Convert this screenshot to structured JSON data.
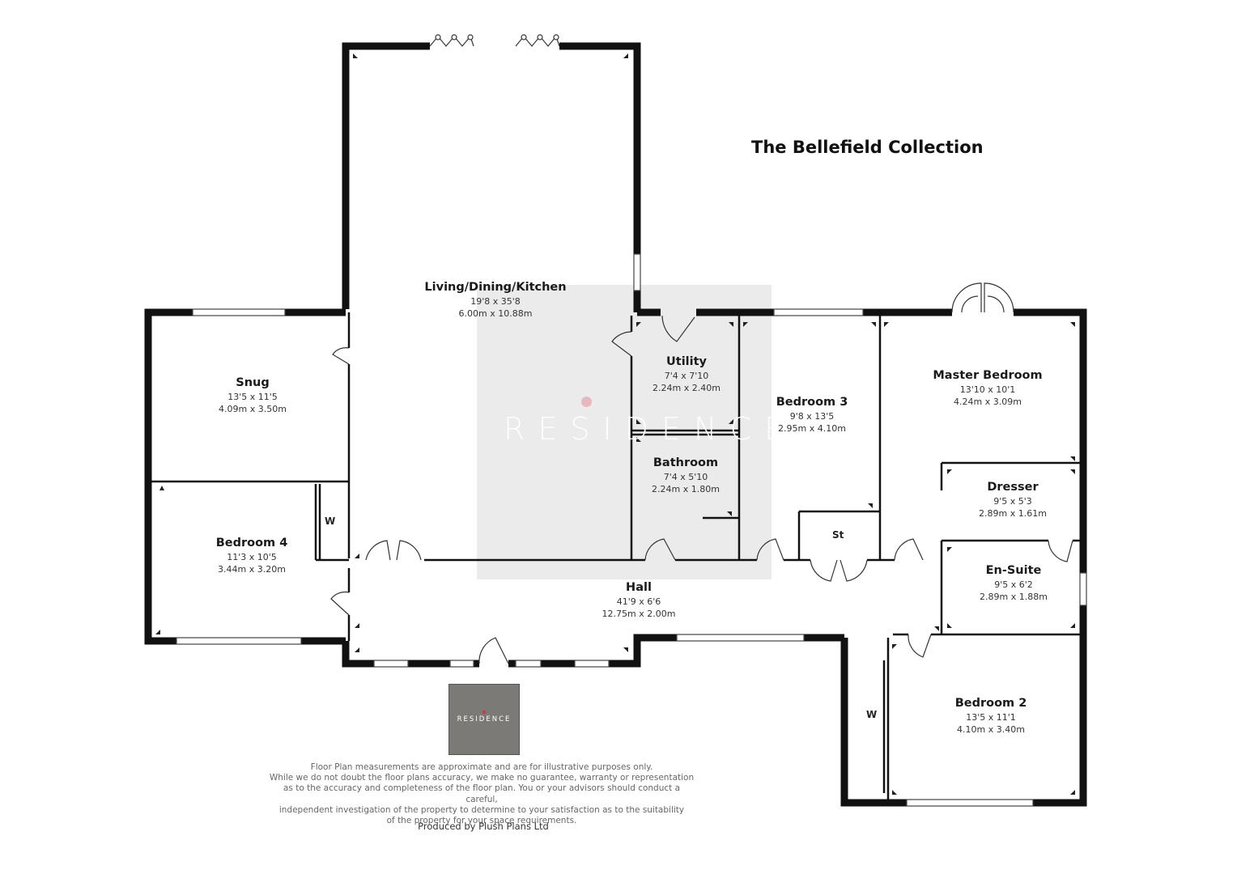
{
  "title": "The Bellefield Collection",
  "watermark": "RESIDENCE",
  "logo_text": "RESIDENCE",
  "rooms": [
    {
      "id": "living",
      "name": "Living/Dining/Kitchen",
      "imperial": "19'8 x 35'8",
      "metric": "6.00m x 10.88m"
    },
    {
      "id": "snug",
      "name": "Snug",
      "imperial": "13'5 x 11'5",
      "metric": "4.09m x 3.50m"
    },
    {
      "id": "bedroom4",
      "name": "Bedroom 4",
      "imperial": "11'3 x 10'5",
      "metric": "3.44m x 3.20m"
    },
    {
      "id": "utility",
      "name": "Utility",
      "imperial": "7'4 x 7'10",
      "metric": "2.24m x 2.40m"
    },
    {
      "id": "bathroom",
      "name": "Bathroom",
      "imperial": "7'4 x 5'10",
      "metric": "2.24m x 1.80m"
    },
    {
      "id": "bedroom3",
      "name": "Bedroom 3",
      "imperial": "9'8 x 13'5",
      "metric": "2.95m x 4.10m"
    },
    {
      "id": "master",
      "name": "Master Bedroom",
      "imperial": "13'10 x 10'1",
      "metric": "4.24m x 3.09m"
    },
    {
      "id": "dresser",
      "name": "Dresser",
      "imperial": "9'5 x 5'3",
      "metric": "2.89m x 1.61m"
    },
    {
      "id": "ensuite",
      "name": "En-Suite",
      "imperial": "9'5 x 6'2",
      "metric": "2.89m x 1.88m"
    },
    {
      "id": "hall",
      "name": "Hall",
      "imperial": "41'9 x 6'6",
      "metric": "12.75m x 2.00m"
    },
    {
      "id": "bedroom2",
      "name": "Bedroom 2",
      "imperial": "13'5 x 11'1",
      "metric": "4.10m x 3.40m"
    }
  ],
  "tags": {
    "wardrobe": "W",
    "store": "St"
  },
  "disclaimer": [
    "Floor Plan measurements are approximate and are for illustrative purposes only.",
    "While we do not doubt the floor plans accuracy, we make no guarantee, warranty or representation",
    "as to the accuracy and completeness of the floor plan. You or your advisors should conduct a careful,",
    "independent investigation of the property to determine to your satisfaction as to the suitability",
    "of the property for your space requirements."
  ],
  "produced_by": "Produced by Plush Plans Ltd"
}
